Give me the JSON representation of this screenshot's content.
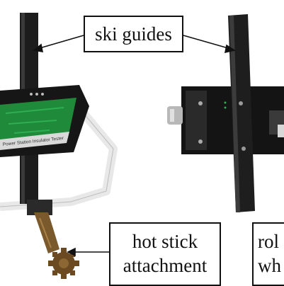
{
  "callouts": {
    "ski_guides": "ski guides",
    "hot_stick": [
      "hot stick",
      "attachment"
    ],
    "roller_wheel": [
      "rol",
      "wh"
    ]
  },
  "device_label": "Power Station Insulator Tester",
  "colors": {
    "ski_guide": "#1c1c1c",
    "circuit_board": "#1f8a3a",
    "frame": "#f2f2f2",
    "hot_stick": "#7a5a2c"
  }
}
